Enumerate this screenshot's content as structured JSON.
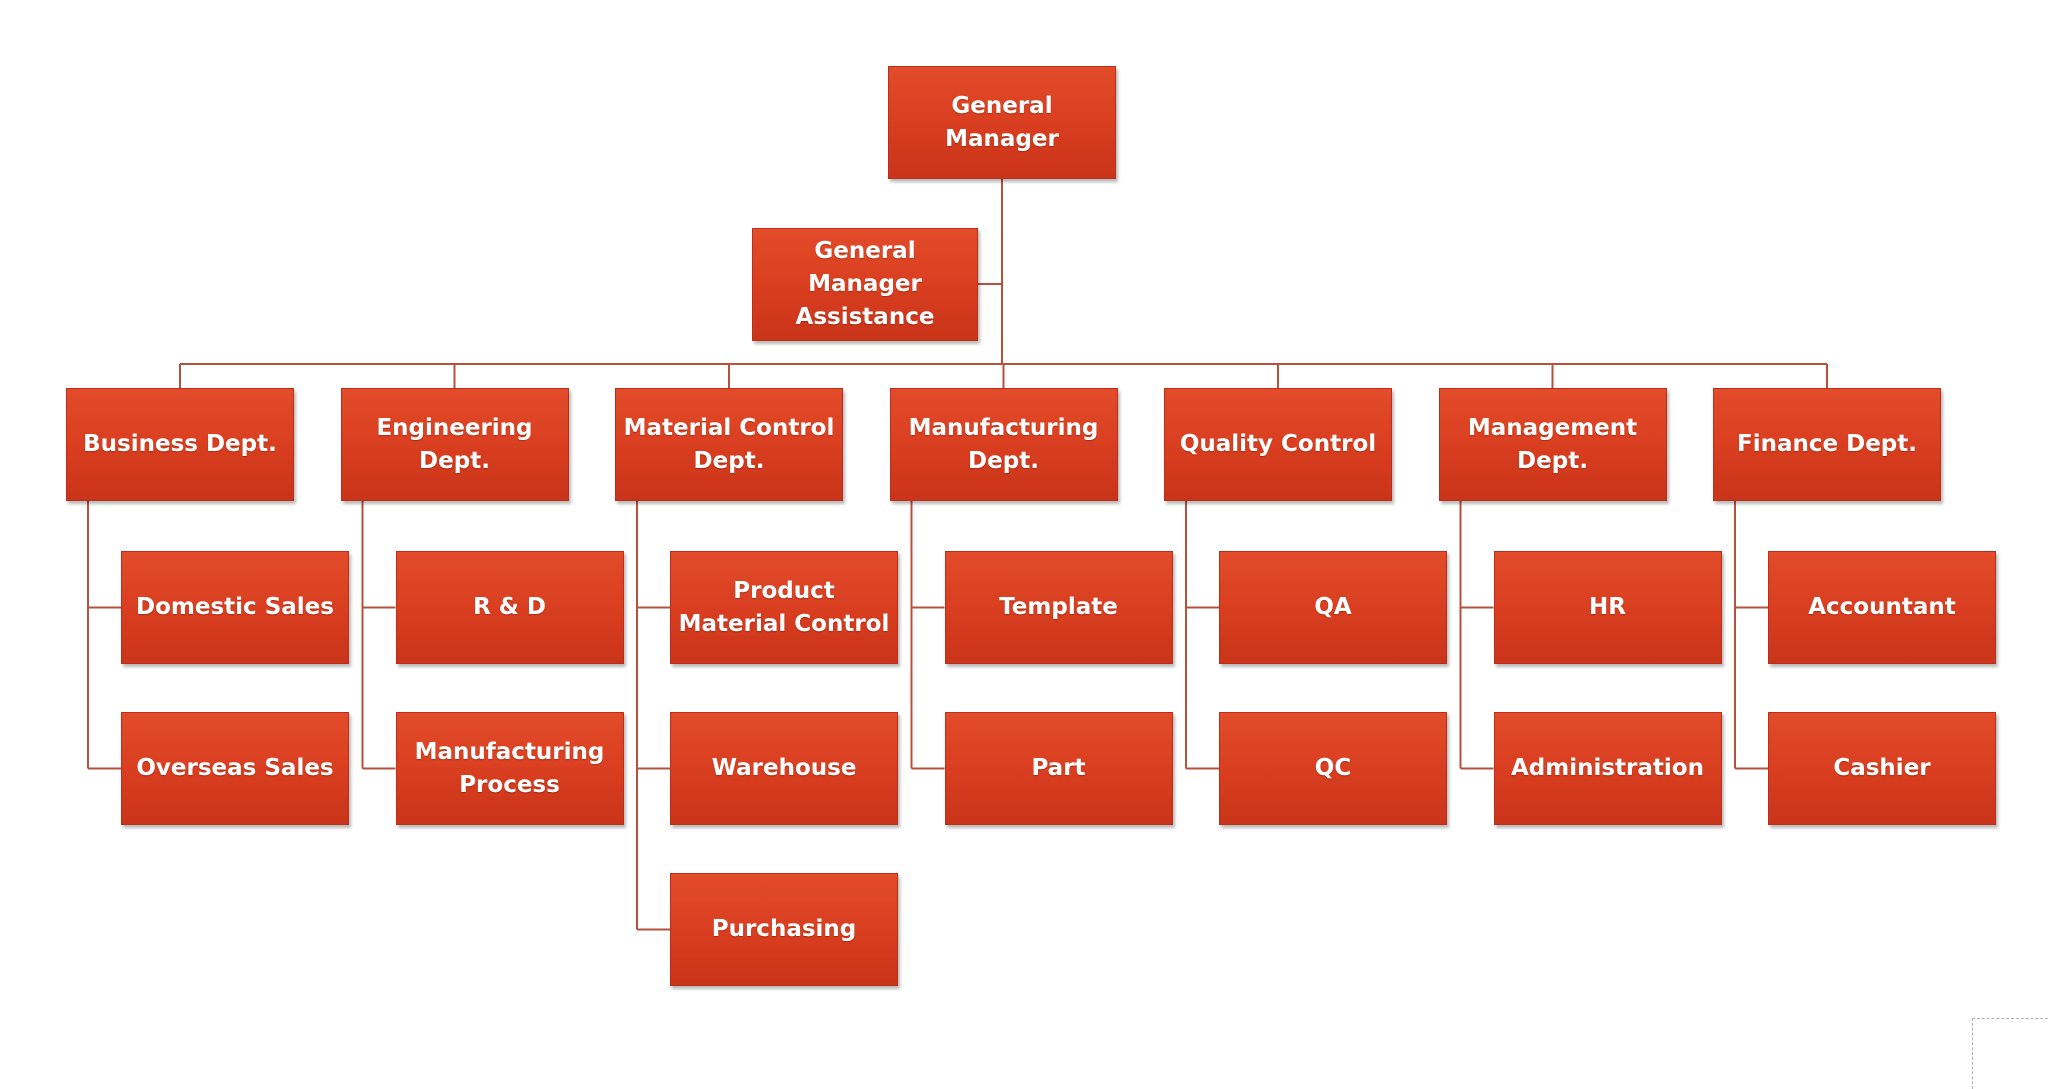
{
  "colors": {
    "node_fill": "#d83d1f",
    "node_text": "#ffffff",
    "connector": "#b5523c"
  },
  "org_chart": {
    "root": {
      "label": "General Manager"
    },
    "assistant": {
      "label": "General Manager Assistance"
    },
    "departments": [
      {
        "label": "Business Dept.",
        "children": [
          "Domestic Sales",
          "Overseas Sales"
        ]
      },
      {
        "label": "Engineering Dept.",
        "children": [
          "R & D",
          "Manufacturing Process"
        ]
      },
      {
        "label": "Material Control Dept.",
        "children": [
          "Product Material Control",
          "Warehouse",
          "Purchasing"
        ]
      },
      {
        "label": "Manufacturing Dept.",
        "children": [
          "Template",
          "Part"
        ]
      },
      {
        "label": "Quality Control",
        "children": [
          "QA",
          "QC"
        ]
      },
      {
        "label": "Management Dept.",
        "children": [
          "HR",
          "Administration"
        ]
      },
      {
        "label": "Finance Dept.",
        "children": [
          "Accountant",
          "Cashier"
        ]
      }
    ]
  }
}
